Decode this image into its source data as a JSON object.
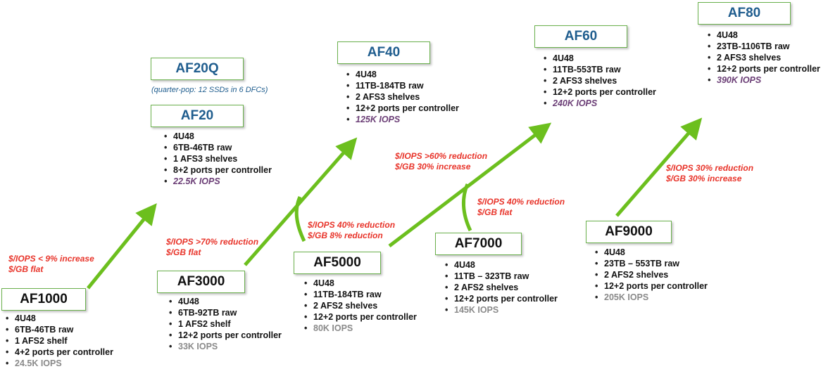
{
  "products": {
    "af1000": {
      "title": "AF1000",
      "items": [
        "4U48",
        "6TB-46TB  raw",
        "1 AFS2 shelf",
        "4+2 ports  per controller"
      ],
      "iops": "24.5K IOPS"
    },
    "af3000": {
      "title": "AF3000",
      "items": [
        "4U48",
        "6TB-92TB  raw",
        "1 AFS2 shelf",
        "12+2 ports  per controller"
      ],
      "iops": "33K IOPS"
    },
    "af5000": {
      "title": "AF5000",
      "items": [
        "4U48",
        "11TB-184TB  raw",
        "2 AFS2 shelves",
        "12+2 ports  per controller"
      ],
      "iops": "80K IOPS"
    },
    "af7000": {
      "title": "AF7000",
      "items": [
        "4U48",
        "11TB – 323TB  raw",
        "2 AFS2 shelves",
        "12+2 ports  per controller"
      ],
      "iops": "145K IOPS"
    },
    "af9000": {
      "title": "AF9000",
      "items": [
        "4U48",
        "23TB – 553TB  raw",
        "2 AFS2 shelves",
        "12+2 ports  per controller"
      ],
      "iops": "205K IOPS"
    },
    "af20q": {
      "title": "AF20Q",
      "subtitle": "(quarter-pop: 12 SSDs in 6 DFCs)"
    },
    "af20": {
      "title": "AF20",
      "items": [
        "4U48",
        "6TB-46TB  raw",
        "1 AFS3 shelves",
        "8+2 ports  per controller"
      ],
      "iops": "22.5K IOPS"
    },
    "af40": {
      "title": "AF40",
      "items": [
        "4U48",
        "11TB-184TB  raw",
        "2 AFS3 shelves",
        "12+2 ports  per controller"
      ],
      "iops": "125K IOPS"
    },
    "af60": {
      "title": "AF60",
      "items": [
        "4U48",
        "11TB-553TB  raw",
        "2 AFS3 shelves",
        "12+2 ports  per controller"
      ],
      "iops": "240K IOPS"
    },
    "af80": {
      "title": "AF80",
      "items": [
        "4U48",
        "23TB-1106TB  raw",
        "2 AFS3 shelves",
        "12+2 ports  per controller"
      ],
      "iops": "390K IOPS"
    }
  },
  "notes": {
    "n1": [
      "$/IOPS < 9% increase",
      "$/GB flat"
    ],
    "n2": [
      "$/IOPS >70% reduction",
      "$/GB flat"
    ],
    "n3": [
      "$/IOPS 40% reduction",
      "$/GB 8% reduction"
    ],
    "n4": [
      "$/IOPS >60% reduction",
      "$/GB 30% increase"
    ],
    "n5": [
      "$/IOPS 40% reduction",
      "$/GB flat"
    ],
    "n6": [
      "$/IOPS 30% reduction",
      "$/GB 30% increase"
    ]
  },
  "colors": {
    "arrow": "#6cbf1e",
    "old_title": "#111111",
    "new_title": "#1f5d8e",
    "note": "#e8342a",
    "old_iops": "#8a8a8a",
    "new_iops": "#6b3e76",
    "box_border": "#6ab04c"
  }
}
